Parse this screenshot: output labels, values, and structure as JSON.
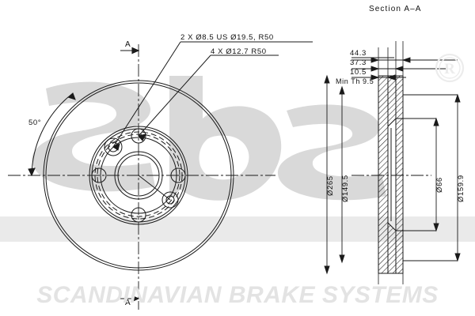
{
  "drawing": {
    "type": "brake-disc-technical-drawing",
    "section_title": "Section A–A",
    "section_marker": "A",
    "brand": {
      "watermark_logo": "sbs",
      "registered_mark": "®",
      "footer_text": "SCANDINAVIAN BRAKE SYSTEMS"
    },
    "front_view": {
      "angle_callout": "50°",
      "hole_notes": [
        "2  X  Ø8.5  US  Ø19.5,  R50",
        "4  X  Ø12.7    R50"
      ],
      "section_marker_top": "A",
      "section_marker_bottom": "A"
    },
    "section_view": {
      "horizontal_dimensions": [
        "44.3",
        "37.3",
        "10.5",
        "Min  Th  9.5"
      ],
      "vertical_dimensions_left": [
        "Ø265",
        "Ø149.5"
      ],
      "vertical_dimensions_right": [
        "Ø66",
        "Ø159.9"
      ]
    },
    "colors": {
      "line": "#1a1a1a",
      "watermark": "#d8d8d8",
      "footer_text": "#e3e3e3",
      "background": "#ffffff"
    }
  }
}
